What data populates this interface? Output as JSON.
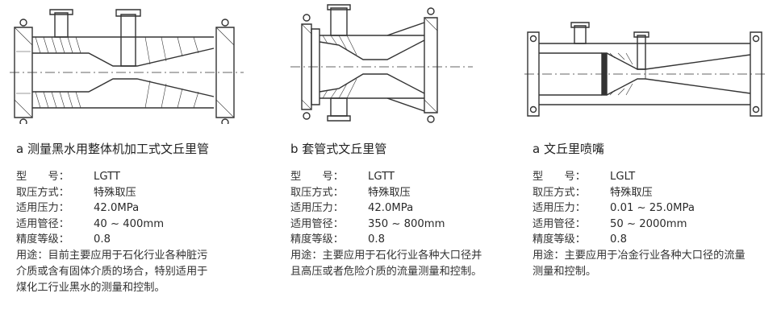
{
  "products": [
    {
      "caption": "a 测量黑水用整体机加工式文丘里管",
      "model_key": "型　　号：",
      "model": "LGTT",
      "method_key": "取压方式：",
      "method": "特殊取压",
      "pressure_key": "适用压力：",
      "pressure": "42.0MPa",
      "diameter_key": "适用管径：",
      "diameter": "40 ~ 400mm",
      "grade_key": "精度等级：",
      "grade": "0.8",
      "usage_lines": [
        "用途：目前主要应用于石化行业各种脏污",
        "介质或含有固体介质的场合，特别适用于",
        "煤化工行业黑水的测量和控制。"
      ]
    },
    {
      "caption": "b 套管式文丘里管",
      "model_key": "型　　号：",
      "model": "LGTT",
      "method_key": "取压方式：",
      "method": "特殊取压",
      "pressure_key": "适用压力：",
      "pressure": "42.0MPa",
      "diameter_key": "适用管径：",
      "diameter": "350 ~ 800mm",
      "grade_key": "精度等级：",
      "grade": "0.8",
      "usage_lines": [
        "用途：主要应用于石化行业各种大口径并",
        "且高压或者危险介质的流量测量和控制。"
      ]
    },
    {
      "caption": "a 文丘里喷嘴",
      "model_key": "型　　号：",
      "model": "LGLT",
      "method_key": "取压方式：",
      "method": "特殊取压",
      "pressure_key": "适用压力：",
      "pressure": "0.01 ~ 25.0MPa",
      "diameter_key": "适用管径：",
      "diameter": "50 ~ 2000mm",
      "grade_key": "精度等级：",
      "grade": "0.8",
      "usage_lines": [
        "用途：主要应用于冶金行业各种大口径的流量",
        "测量和控制。"
      ]
    }
  ]
}
